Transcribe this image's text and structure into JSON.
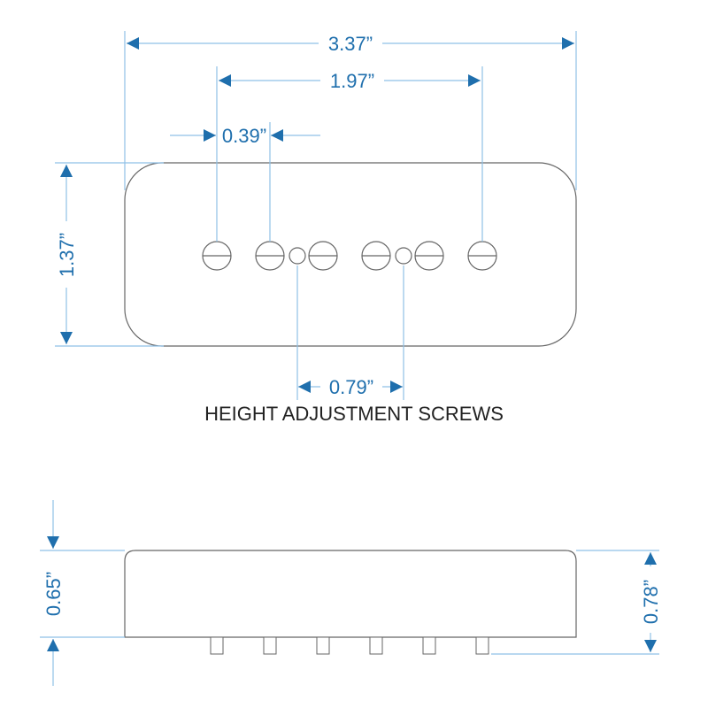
{
  "colors": {
    "dimension": "#1f6fad",
    "extension_line": "#8fc0e6",
    "outline": "#666666"
  },
  "top_view": {
    "overall_length": "3.37”",
    "outer_pole_spacing": "1.97”",
    "pole_spacing": "0.39”",
    "width": "1.37”",
    "adjust_screw_spacing": "0.79”",
    "caption": "HEIGHT ADJUSTMENT SCREWS"
  },
  "side_view": {
    "body_height": "0.65”",
    "total_height": "0.78”"
  }
}
